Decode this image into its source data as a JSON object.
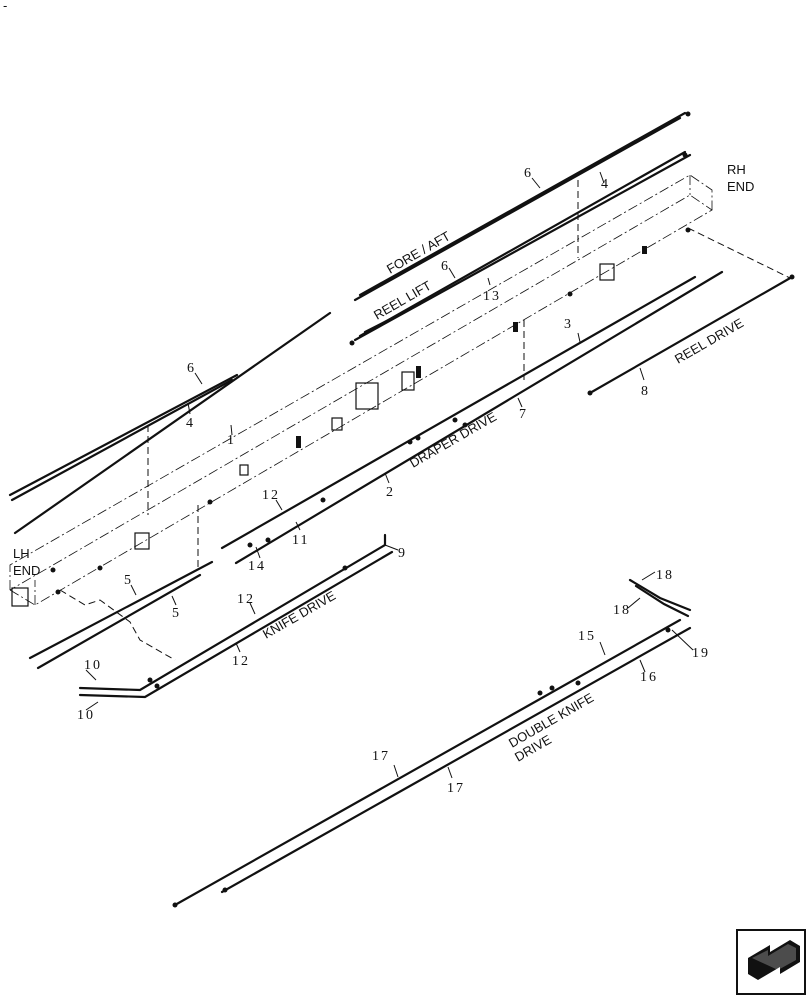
{
  "corner_mark": "-",
  "labels": {
    "rh_end_1": "RH",
    "rh_end_2": "END",
    "lh_end_1": "LH",
    "lh_end_2": "END",
    "fore_aft": "FORE / AFT",
    "reel_lift": "REEL  LIFT",
    "reel_drive": "REEL DRIVE",
    "draper_drive": "DRAPER DRIVE",
    "knife_drive": "KNIFE DRIVE",
    "double_knife_1": "DOUBLE KNIFE",
    "double_knife_2": "DRIVE"
  },
  "callouts": [
    "6",
    "4",
    "6",
    "13",
    "6",
    "4",
    "1",
    "3",
    "7",
    "8",
    "2",
    "12",
    "11",
    "14",
    "9",
    "5",
    "5",
    "12",
    "12",
    "10",
    "10",
    "18",
    "18",
    "15",
    "19",
    "16",
    "17",
    "17"
  ],
  "nav_icon": "next-page-arrow-icon"
}
